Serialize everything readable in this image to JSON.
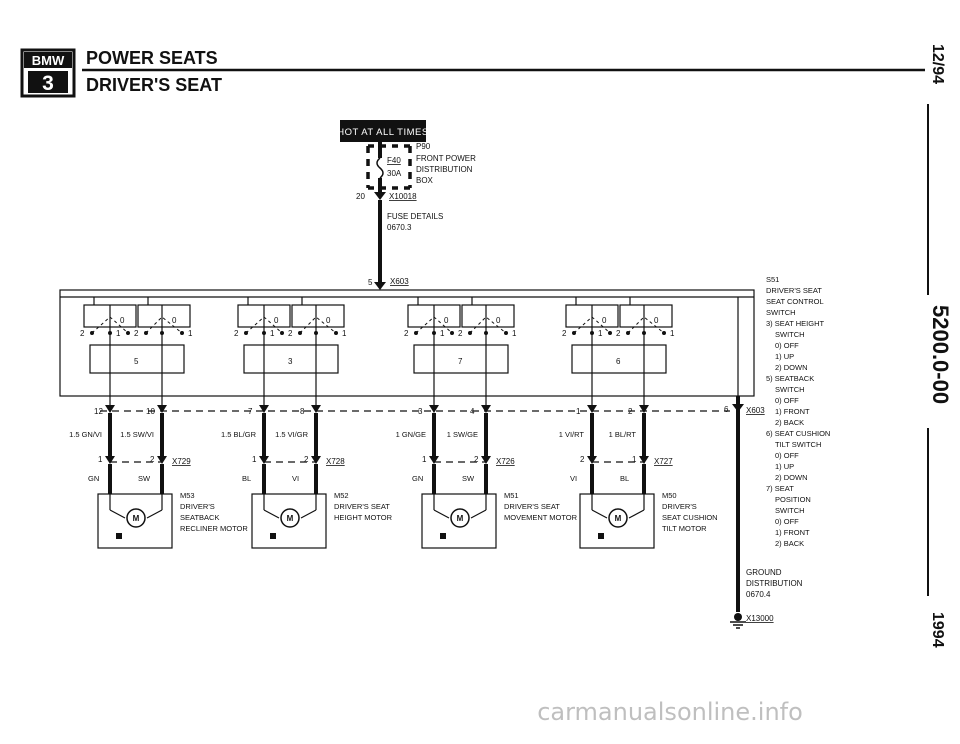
{
  "header": {
    "logo_top": "BMW",
    "logo_num": "3",
    "title": "POWER SEATS",
    "subtitle": "DRIVER'S SEAT"
  },
  "side": {
    "date": "12/94",
    "code": "5200.0-00",
    "year": "1994"
  },
  "hot_label": "HOT AT ALL TIMES",
  "fuse": {
    "ref": "P90",
    "id": "F40",
    "amps": "30A",
    "box_lines": [
      "FRONT POWER",
      "DISTRIBUTION",
      "BOX"
    ],
    "pin": "20",
    "connector": "X10018",
    "details_lines": [
      "FUSE DETAILS",
      "0670.3"
    ]
  },
  "switch_connector": {
    "pin": "5",
    "id": "X603"
  },
  "switch_groups": [
    {
      "l2": "2",
      "l1": "1",
      "r2": "2",
      "r1": "1",
      "t0a": "0",
      "t0b": "0",
      "num": "5"
    },
    {
      "l2": "2",
      "l1": "1",
      "r2": "2",
      "r1": "1",
      "t0a": "0",
      "t0b": "0",
      "num": "3"
    },
    {
      "l2": "2",
      "l1": "1",
      "r2": "2",
      "r1": "1",
      "t0a": "0",
      "t0b": "0",
      "num": "7"
    },
    {
      "l2": "2",
      "l1": "1",
      "r2": "2",
      "r1": "1",
      "t0a": "0",
      "t0b": "0",
      "num": "6"
    }
  ],
  "legend": [
    "S51",
    "DRIVER'S SEAT",
    "SEAT CONTROL",
    "SWITCH",
    "3) SEAT HEIGHT",
    "SWITCH",
    "0) OFF",
    "1) UP",
    "2) DOWN",
    "5) SEATBACK",
    "SWITCH",
    "0) OFF",
    "1) FRONT",
    "2) BACK",
    "6) SEAT CUSHION",
    "TILT SWITCH",
    "0) OFF",
    "1) UP",
    "2) DOWN",
    "7) SEAT",
    "POSITION",
    "SWITCH",
    "0) OFF",
    "1) FRONT",
    "2) BACK"
  ],
  "x603_pins": [
    {
      "left": "12",
      "right": "10"
    },
    {
      "left": "7",
      "right": "8"
    },
    {
      "left": "3",
      "right": "4"
    },
    {
      "left": "1",
      "right": "2"
    },
    {
      "left": "6",
      "right": ""
    }
  ],
  "x603_label": "X603",
  "motors": [
    {
      "wire_left": "1.5 GN/VI",
      "wire_right": "1.5 SW/VI",
      "pin_left": "1",
      "pin_right": "2",
      "connector": "X729",
      "color_left": "GN",
      "color_right": "SW",
      "name": [
        "M53",
        "DRIVER'S",
        "SEATBACK",
        "RECLINER MOTOR"
      ]
    },
    {
      "wire_left": "1.5 BL/GR",
      "wire_right": "1.5 VI/GR",
      "pin_left": "1",
      "pin_right": "2",
      "connector": "X728",
      "color_left": "BL",
      "color_right": "VI",
      "name": [
        "M52",
        "DRIVER'S SEAT",
        "HEIGHT MOTOR"
      ]
    },
    {
      "wire_left": "1 GN/GE",
      "wire_right": "1 SW/GE",
      "pin_left": "1",
      "pin_right": "2",
      "connector": "X726",
      "color_left": "GN",
      "color_right": "SW",
      "name": [
        "M51",
        "DRIVER'S SEAT",
        "MOVEMENT MOTOR"
      ]
    },
    {
      "wire_left": "1 VI/RT",
      "wire_right": "1 BL/RT",
      "pin_left": "2",
      "pin_right": "1",
      "connector": "X727",
      "color_left": "VI",
      "color_right": "BL",
      "name": [
        "M50",
        "DRIVER'S",
        "SEAT CUSHION",
        "TILT MOTOR"
      ]
    }
  ],
  "motor_symbol": "M",
  "ground_lines": [
    "GROUND",
    "DISTRIBUTION",
    "0670.4"
  ],
  "ground_connector": "X13000",
  "watermark": "carmanualsonline.info"
}
